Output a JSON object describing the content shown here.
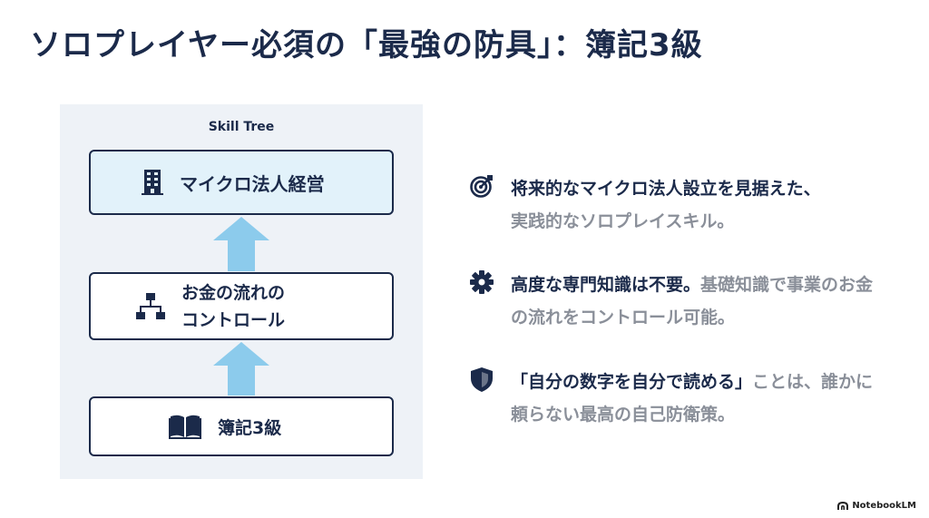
{
  "title": "ソロプレイヤー必須の「最強の防具」：簿記3級",
  "skill_tree": {
    "heading": "Skill Tree",
    "nodes": {
      "top": {
        "label": "マイクロ法人経営",
        "icon": "building-icon"
      },
      "middle": {
        "line1": "お金の流れの",
        "line2": "コントロール",
        "icon": "flowchart-icon"
      },
      "bottom": {
        "label": "簿記3級",
        "icon": "book-icon"
      }
    }
  },
  "points": [
    {
      "icon": "target-icon",
      "bold": "将来的なマイクロ法人設立を見据えた、",
      "gray": "実践的なソロプレイスキル。"
    },
    {
      "icon": "gear-icon",
      "bold": "高度な専門知識は不要。",
      "gray": "基礎知識で事業のお金の流れをコントロール可能。"
    },
    {
      "icon": "shield-icon",
      "bold": "「自分の数字を自分で読める」",
      "gray": "ことは、誰かに頼らない最高の自己防衛策。"
    }
  ],
  "brand": "NotebookLM",
  "colors": {
    "navy": "#1b2a4a",
    "gray": "#8a8f99",
    "arrow": "#8ccbec",
    "panel_bg": "#eef2f7",
    "top_node_bg": "#e2f2fa"
  }
}
